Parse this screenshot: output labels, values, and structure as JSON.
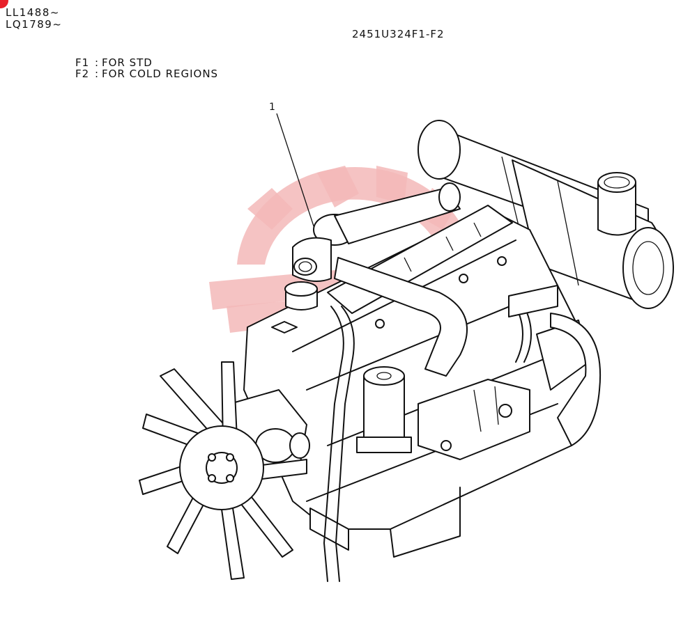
{
  "serial_ranges": [
    "LL1488~",
    "LQ1789~"
  ],
  "part_code": "2451U324F1-F2",
  "legend": [
    {
      "key": "F1",
      "text": "FOR STD"
    },
    {
      "key": "F2",
      "text": "FOR COLD REGIONS"
    }
  ],
  "callout_number": "1",
  "accent_color": "#e8202a",
  "watermark_color": "#f3b9b9"
}
